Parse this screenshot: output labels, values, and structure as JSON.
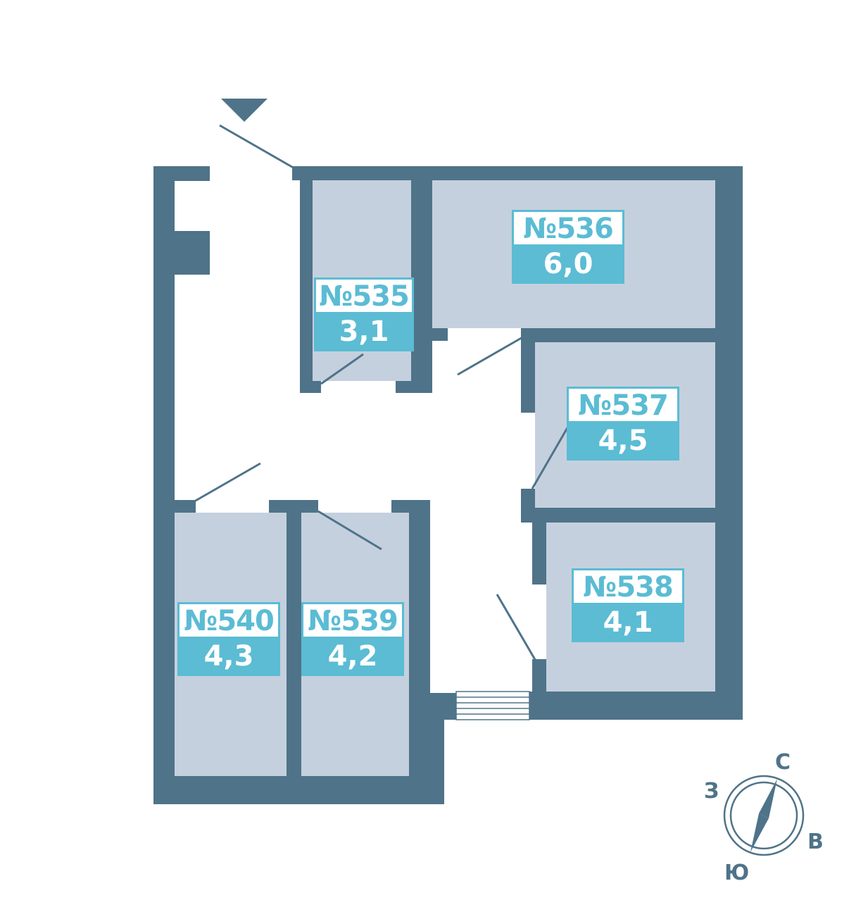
{
  "colors": {
    "wall": "#4f7389",
    "room": "#c5d0de",
    "label_accent": "#5bbcd4",
    "compass": "#4f7389"
  },
  "icons": {
    "entrance": "entrance-arrow-icon",
    "stairs": "stairs-icon",
    "compass": "compass-icon"
  },
  "rooms": [
    {
      "number": "№535",
      "area": "3,1"
    },
    {
      "number": "№536",
      "area": "6,0"
    },
    {
      "number": "№537",
      "area": "4,5"
    },
    {
      "number": "№538",
      "area": "4,1"
    },
    {
      "number": "№539",
      "area": "4,2"
    },
    {
      "number": "№540",
      "area": "4,3"
    }
  ],
  "compass": {
    "north": "С",
    "east": "В",
    "south": "Ю",
    "west": "З"
  }
}
